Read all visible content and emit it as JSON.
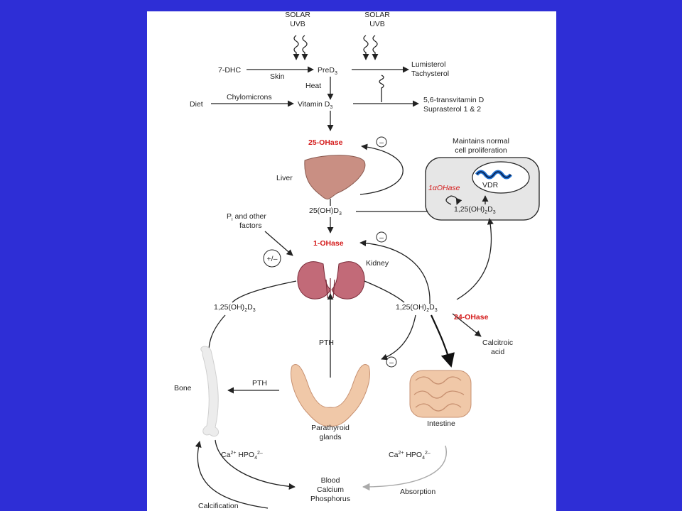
{
  "labels": {
    "solar1_a": "SOLAR",
    "solar1_b": "UVB",
    "solar2_a": "SOLAR",
    "solar2_b": "UVB",
    "dhc": "7-DHC",
    "skin": "Skin",
    "pred3": "PreD",
    "lumisterol": "Lumisterol",
    "tachysterol": "Tachysterol",
    "heat": "Heat",
    "diet": "Diet",
    "chylomicrons": "Chylomicrons",
    "vitd3": "Vitamin D",
    "transvit": "5,6-transvitamin D",
    "suprasterol": "Suprasterol 1 & 2",
    "ohase25": "25-OHase",
    "maintains1": "Maintains normal",
    "maintains2": "cell proliferation",
    "liver": "Liver",
    "vdr": "VDR",
    "ohase1a": "1αOHase",
    "oh25d3": "25(OH)D",
    "oh125d3_cell": "1,25(OH)",
    "pi1": "P",
    "pi_sub": "i",
    "pi1b": " and other",
    "pi2": "factors",
    "ohase1": "1-OHase",
    "plusminus": "+/–",
    "kidney": "Kidney",
    "oh125d3_left": "1,25(OH)",
    "oh125d3_right": "1,25(OH)",
    "ohase24": "24-OHase",
    "calcitroic1": "Calcitroic",
    "calcitroic2": "acid",
    "pth_center": "PTH",
    "pth_left": "PTH",
    "bone": "Bone",
    "parathyroid1": "Parathyroid",
    "parathyroid2": "glands",
    "intestine": "Intestine",
    "ca_left": "Ca",
    "ca_right": "Ca",
    "hpo4": " HPO",
    "blood1": "Blood",
    "blood2": "Calcium",
    "blood3": "Phosphorus",
    "absorption": "Absorption",
    "calcification": "Calcification",
    "minus": "–"
  },
  "colors": {
    "background": "#2e2ed6",
    "enzyme_red": "#d41a1a",
    "organ_liver": "#c98f83",
    "organ_kidney": "#c26a78",
    "organ_gland": "#f0c8a8",
    "organ_bone": "#ececec"
  }
}
